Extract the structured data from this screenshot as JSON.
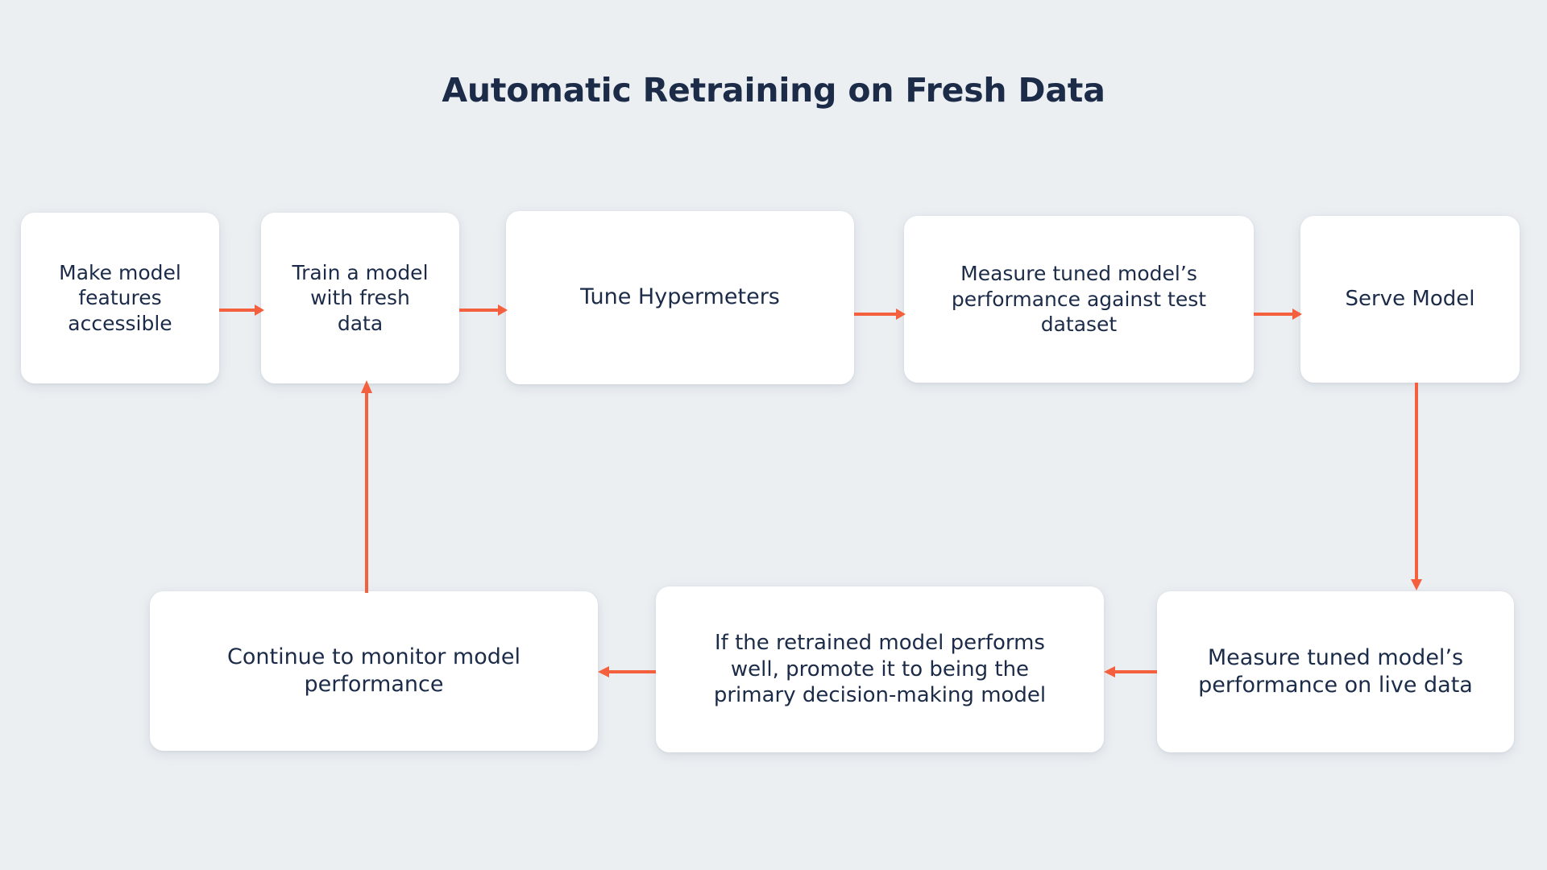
{
  "page": {
    "title": "Automatic Retraining on Fresh Data",
    "background_color": "#ebeff2",
    "text_color": "#1b2b48",
    "accent_color": "#f4603e",
    "node_fill": "#ffffff"
  },
  "diagram": {
    "type": "flowchart",
    "orientation": "horizontal-serpentine",
    "nodes": [
      {
        "id": "make-features",
        "label": "Make model\nfeatures\naccessible"
      },
      {
        "id": "train-model",
        "label": "Train a model\nwith fresh\ndata"
      },
      {
        "id": "tune-hyper",
        "label": "Tune Hypermeters"
      },
      {
        "id": "measure-test",
        "label": "Measure tuned model’s\nperformance against test\ndataset"
      },
      {
        "id": "serve-model",
        "label": "Serve Model"
      },
      {
        "id": "measure-live",
        "label": "Measure tuned model’s\nperformance on live data"
      },
      {
        "id": "promote-model",
        "label": "If the retrained model performs\nwell, promote it to being the\nprimary decision-making model"
      },
      {
        "id": "continue-monitor",
        "label": "Continue to monitor model\nperformance"
      }
    ],
    "edges": [
      {
        "from": "make-features",
        "to": "train-model",
        "direction": "right"
      },
      {
        "from": "train-model",
        "to": "tune-hyper",
        "direction": "right"
      },
      {
        "from": "tune-hyper",
        "to": "measure-test",
        "direction": "right"
      },
      {
        "from": "measure-test",
        "to": "serve-model",
        "direction": "right"
      },
      {
        "from": "serve-model",
        "to": "measure-live",
        "direction": "down"
      },
      {
        "from": "measure-live",
        "to": "promote-model",
        "direction": "left"
      },
      {
        "from": "promote-model",
        "to": "continue-monitor",
        "direction": "left"
      },
      {
        "from": "continue-monitor",
        "to": "train-model",
        "direction": "up"
      }
    ]
  }
}
